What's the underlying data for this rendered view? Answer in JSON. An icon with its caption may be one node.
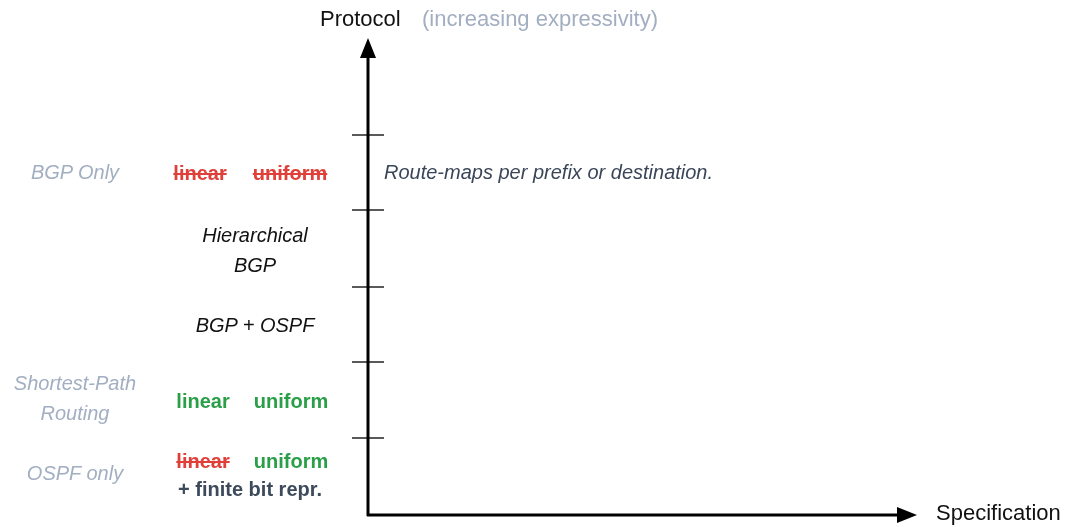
{
  "diagram": {
    "labels": [
      "Protocol",
      "(increasing expressivity)",
      "BGP Only",
      "linear",
      "uniform",
      "Route-maps per prefix or destination.",
      "Hierarchical BGP",
      "BGP + OSPF",
      "Shortest-Path Routing",
      "linear",
      "uniform",
      "OSPF only",
      "linear",
      "uniform",
      "+ finite bit repr.",
      "Specification"
    ]
  }
}
